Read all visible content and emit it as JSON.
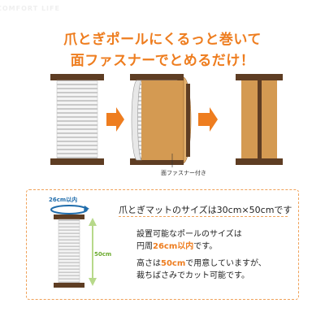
{
  "title": {
    "line1": "爪とぎポールにくるっと巻いて",
    "line2": "面ファスナーでとめるだけ！"
  },
  "steps": {
    "note": "面ファスナー付き"
  },
  "info": {
    "heading": "爪とぎマットのサイズは30cm×50cmです",
    "dim_width": "26cm以内",
    "dim_height": "50cm",
    "para1_line1": "設置可能なポールのサイズは",
    "para1_line2_pre": "円周",
    "para1_line2_hl": "26cm以内",
    "para1_line2_post": "です。",
    "para2_line1_pre": "高さは",
    "para2_line1_hl": "50cm",
    "para2_line1_post": "で用意していますが、",
    "para2_line2": "裁ちばさみでカット可能です。"
  },
  "colors": {
    "accent_orange": "#ee7d1f",
    "wood_brown": "#5e3d23",
    "cardboard": "#d49a52",
    "arrow_orange": "#ee7d1f",
    "dimension_blue": "#1f6cab",
    "dimension_green": "#6aaa2c"
  },
  "background_pattern": {
    "text": "COMFORT LIFE"
  }
}
